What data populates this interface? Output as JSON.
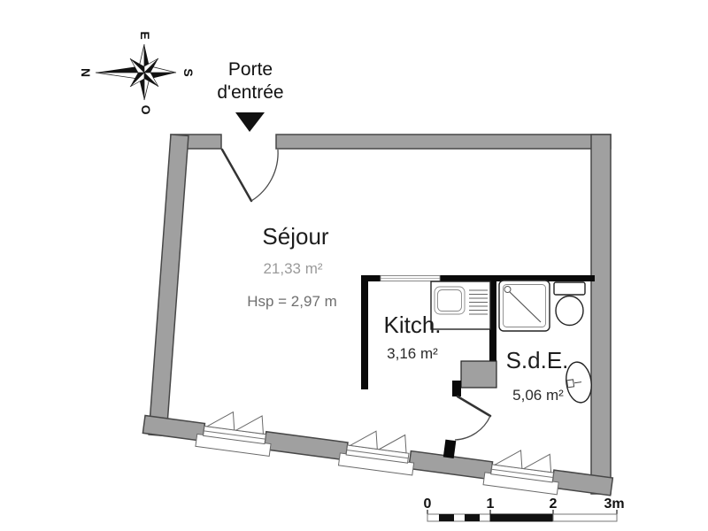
{
  "compass": {
    "n": "N",
    "e": "E",
    "s": "S",
    "o": "O"
  },
  "entrance": {
    "line1": "Porte",
    "line2": "d'entrée"
  },
  "rooms": {
    "sejour": {
      "name": "Séjour",
      "area": "21,33 m²",
      "ceiling_height": "Hsp = 2,97 m"
    },
    "kitchen": {
      "name": "Kitch.",
      "area": "3,16 m²"
    },
    "sde": {
      "name": "S.d.E.",
      "area": "5,06 m²"
    }
  },
  "scale": {
    "t0": "0",
    "t1": "1",
    "t2": "2",
    "t3": "3m"
  },
  "colors": {
    "wall_fill": "#a0a0a0",
    "wall_outline": "#474747",
    "partition": "#0a0a0a",
    "text_dark": "#1a1a1a",
    "text_faded": "#8c8c8c"
  }
}
